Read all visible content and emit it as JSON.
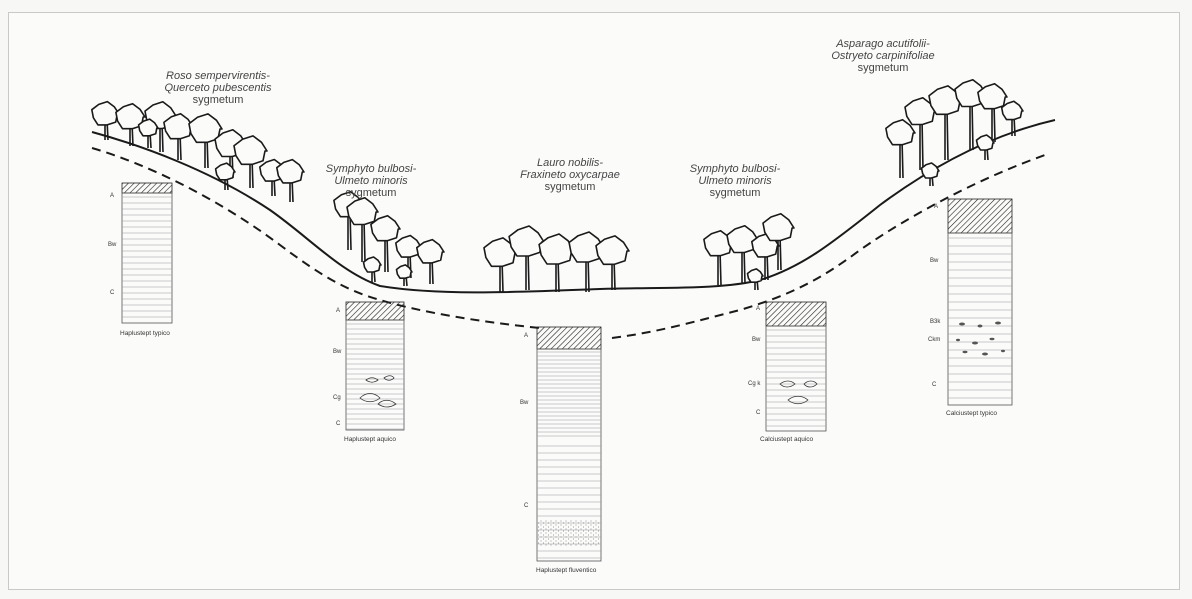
{
  "labels": {
    "left_upper": {
      "line1": "Roso sempervirentis-",
      "line2": "Querceto pubescentis",
      "line3": "sygmetum"
    },
    "left_slope": {
      "line1": "Symphyto bulbosi-",
      "line2": "Ulmeto minoris",
      "line3": "sygmetum"
    },
    "valley": {
      "line1": "Lauro nobilis-",
      "line2": "Fraxineto oxycarpae",
      "line3": "sygmetum"
    },
    "right_slope": {
      "line1": "Symphyto bulbosi-",
      "line2": "Ulmeto minoris",
      "line3": "sygmetum"
    },
    "right_upper": {
      "line1": "Asparago acutifolii-",
      "line2": "Ostryeto carpinifoliae",
      "line3": "sygmetum"
    }
  },
  "profiles": [
    {
      "name": "Haplustept typico",
      "horizons": [
        "A",
        "Bw",
        "C"
      ]
    },
    {
      "name": "Haplustept aquico",
      "horizons": [
        "A",
        "Bw",
        "Cg",
        "C"
      ]
    },
    {
      "name": "Haplustept fluventico",
      "horizons": [
        "A",
        "Bw",
        "C"
      ]
    },
    {
      "name": "Calciustept aquico",
      "horizons": [
        "A",
        "Bw",
        "Cg k",
        "C"
      ]
    },
    {
      "name": "Calciustept typico",
      "horizons": [
        "A",
        "Bw",
        "B3k",
        "Ckm",
        "C"
      ]
    }
  ],
  "colors": {
    "ink": "#1e1e1e",
    "frame": "#c9c9c6",
    "paper": "#fbfbfa"
  }
}
